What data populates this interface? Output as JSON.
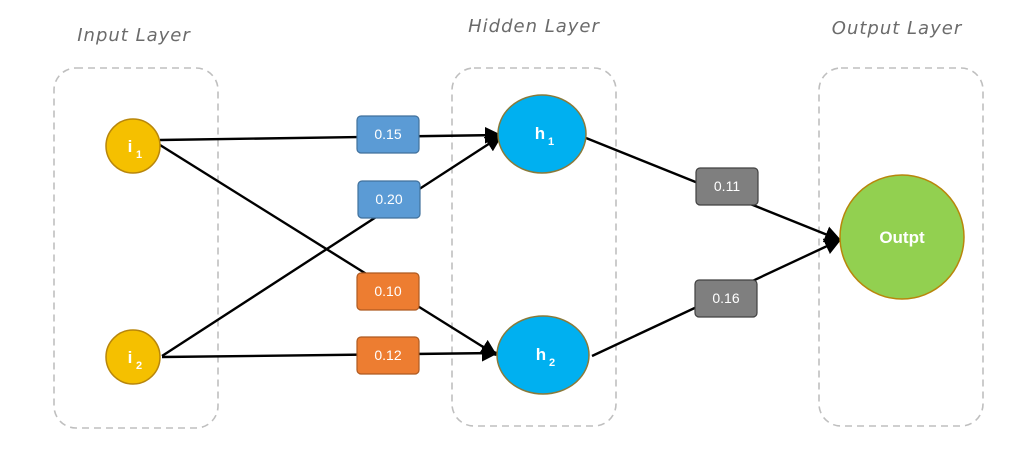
{
  "layers": {
    "input": {
      "title": "Input Layer"
    },
    "hidden": {
      "title": "Hidden Layer"
    },
    "output": {
      "title": "Output Layer"
    }
  },
  "nodes": {
    "i1": {
      "label": "i",
      "sub": "1",
      "color": "#f5c000"
    },
    "i2": {
      "label": "i",
      "sub": "2",
      "color": "#f5c000"
    },
    "h1": {
      "label": "h",
      "sub": "1",
      "color": "#00b0f0"
    },
    "h2": {
      "label": "h",
      "sub": "2",
      "color": "#00b0f0"
    },
    "out": {
      "label": "Outpt",
      "color": "#92d050"
    }
  },
  "weights": {
    "i1_h1": {
      "value": "0.15",
      "color": "#5b9bd5"
    },
    "i2_h1": {
      "value": "0.20",
      "color": "#5b9bd5"
    },
    "i1_h2": {
      "value": "0.10",
      "color": "#ed7d31"
    },
    "i2_h2": {
      "value": "0.12",
      "color": "#ed7d31"
    },
    "h1_out": {
      "value": "0.11",
      "color": "#7f7f7f"
    },
    "h2_out": {
      "value": "0.16",
      "color": "#7f7f7f"
    }
  }
}
